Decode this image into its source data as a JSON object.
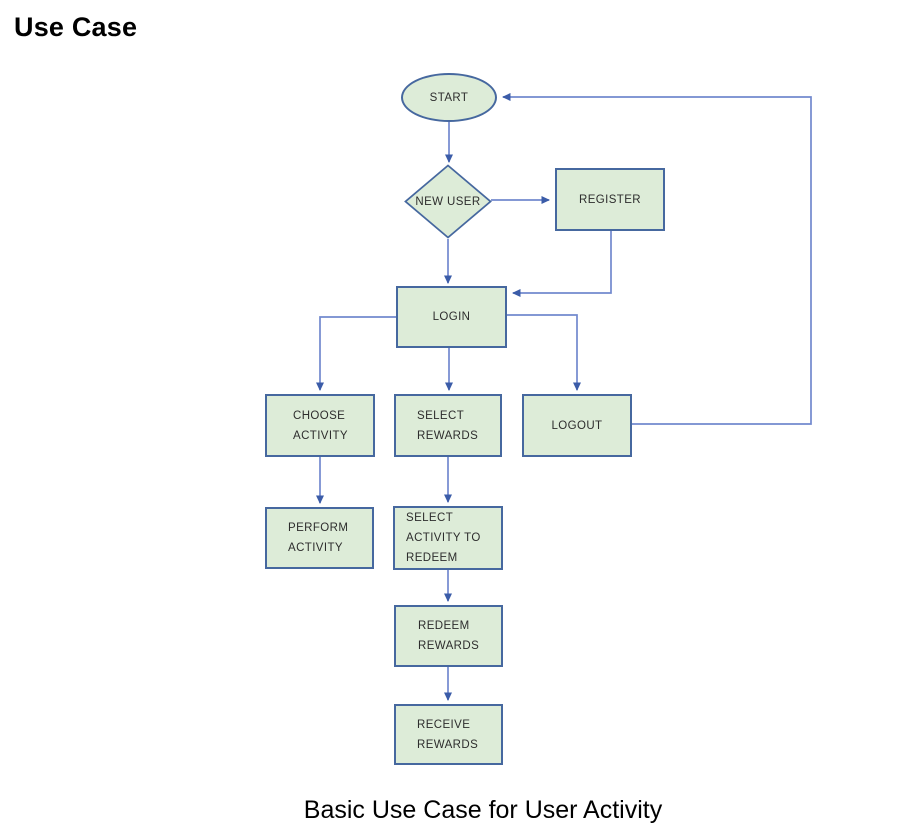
{
  "page": {
    "title": "Use Case",
    "caption": "Basic Use Case for User Activity"
  },
  "diagram": {
    "nodes": {
      "start": {
        "label": "START",
        "shape": "ellipse"
      },
      "new_user": {
        "label": "NEW USER",
        "shape": "diamond"
      },
      "register": {
        "label": "REGISTER",
        "shape": "rect"
      },
      "login": {
        "label": "LOGIN",
        "shape": "rect"
      },
      "choose_activity": {
        "label": "CHOOSE\nACTIVITY",
        "shape": "rect"
      },
      "select_rewards": {
        "label": "SELECT\nREWARDS",
        "shape": "rect"
      },
      "logout": {
        "label": "LOGOUT",
        "shape": "rect"
      },
      "perform_activity": {
        "label": "PERFORM\nACTIVITY",
        "shape": "rect"
      },
      "select_activity_to_redeem": {
        "label": "SELECT\nACTIVITY TO\nREDEEM",
        "shape": "rect"
      },
      "redeem_rewards": {
        "label": "REDEEM\nREWARDS",
        "shape": "rect"
      },
      "receive_rewards": {
        "label": "RECEIVE\nREWARDS",
        "shape": "rect"
      }
    },
    "edges": [
      {
        "from": "start",
        "to": "new_user"
      },
      {
        "from": "new_user",
        "to": "register"
      },
      {
        "from": "new_user",
        "to": "login"
      },
      {
        "from": "register",
        "to": "login"
      },
      {
        "from": "login",
        "to": "choose_activity"
      },
      {
        "from": "login",
        "to": "select_rewards"
      },
      {
        "from": "login",
        "to": "logout"
      },
      {
        "from": "choose_activity",
        "to": "perform_activity"
      },
      {
        "from": "select_rewards",
        "to": "select_activity_to_redeem"
      },
      {
        "from": "select_activity_to_redeem",
        "to": "redeem_rewards"
      },
      {
        "from": "redeem_rewards",
        "to": "receive_rewards"
      },
      {
        "from": "logout",
        "to": "start"
      }
    ],
    "colors": {
      "node_fill": "#ddecd8",
      "node_border": "#46689f",
      "connector": "#7289ce",
      "arrowhead": "#3b5ca8",
      "label_text": "#2d2d2d"
    }
  }
}
